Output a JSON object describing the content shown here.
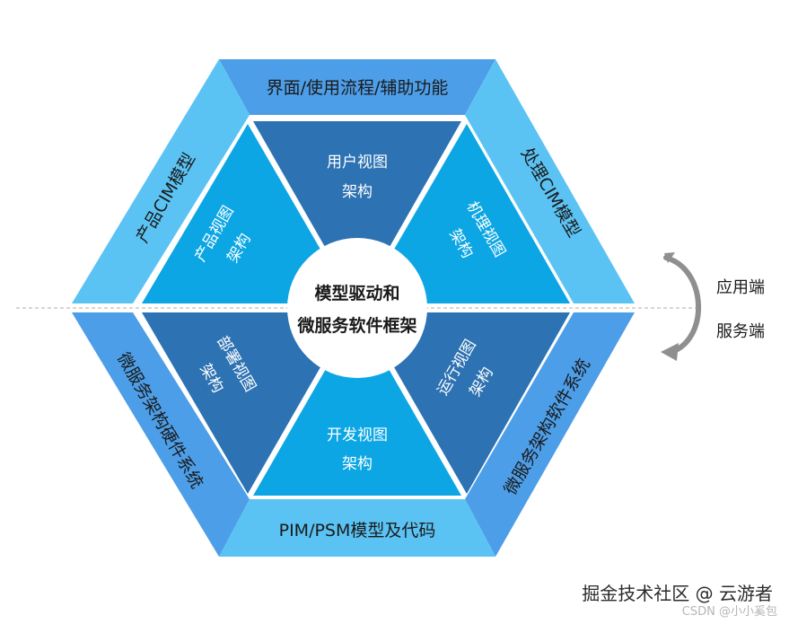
{
  "diagram": {
    "center": {
      "line1": "模型驱动和",
      "line2": "微服务软件框架"
    },
    "inner_views": [
      {
        "line1": "用户视图",
        "line2": "架构"
      },
      {
        "line1": "机理视图",
        "line2": "架构"
      },
      {
        "line1": "运行视图",
        "line2": "架构"
      },
      {
        "line1": "开发视图",
        "line2": "架构"
      },
      {
        "line1": "部署视图",
        "line2": "架构"
      },
      {
        "line1": "产品视图",
        "line2": "架构"
      }
    ],
    "outer_bands": [
      "界面/使用流程/辅助功能",
      "处理CIM模型",
      "微服务架构软件系统",
      "PIM/PSM模型及代码",
      "微服务架构硬件系统",
      "产品CIM模型"
    ],
    "side_labels": {
      "top": "应用端",
      "bottom": "服务端"
    }
  },
  "watermarks": {
    "main": "掘金技术社区 @ 云游者",
    "small": "CSDN @小小奚包"
  },
  "colors": {
    "band_top": "#4d9ee8",
    "band_side": "#5bc3f3",
    "view_dark": "#2d72b2",
    "view_light": "#0ca6e4",
    "white": "#ffffff",
    "arrow": "#8f8f8f",
    "dashed": "#bdbdbd"
  }
}
